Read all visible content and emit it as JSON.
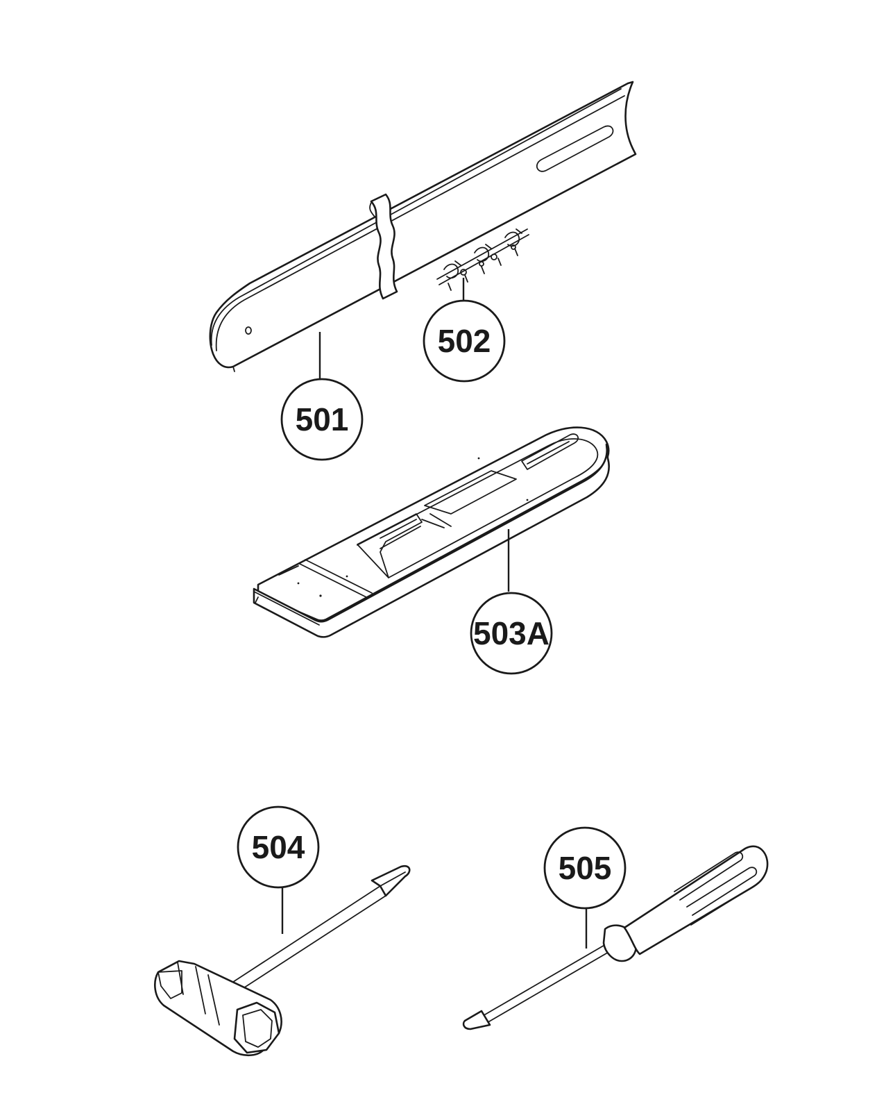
{
  "callouts": {
    "c501": "501",
    "c502": "502",
    "c503a": "503A",
    "c504": "504",
    "c505": "505"
  }
}
